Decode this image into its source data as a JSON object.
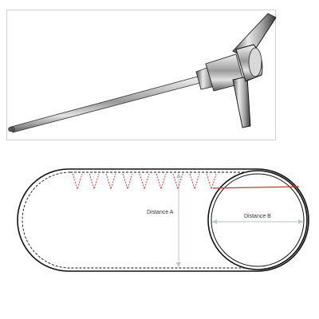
{
  "figure": {
    "top_panel": {
      "subject": "needle-with-t-handle"
    },
    "diagram": {
      "distance_a_label": "Distance A",
      "distance_b_label": "Distance B",
      "marker_count": 9,
      "colors": {
        "outline": "#111111",
        "markers": "#e23a3a",
        "chord": "#c0392b",
        "dimension": "#b8c4c8"
      }
    }
  }
}
